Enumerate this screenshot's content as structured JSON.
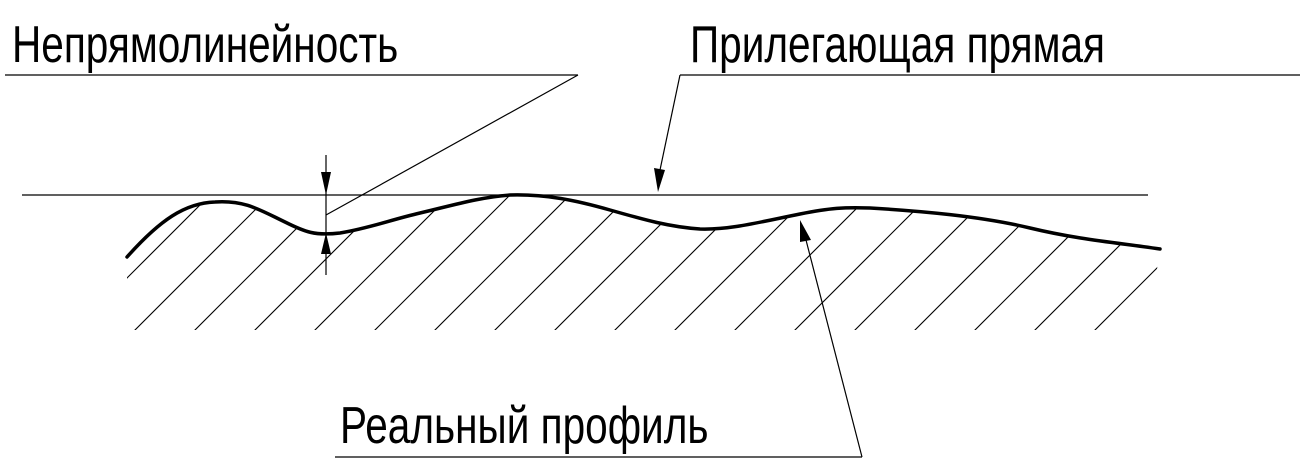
{
  "labels": {
    "deviation": "Непрямолинейность",
    "adjacent_line": "Прилегающая прямая",
    "real_profile": "Реальный профиль"
  },
  "colors": {
    "ink": "#000000",
    "background": "#ffffff"
  }
}
